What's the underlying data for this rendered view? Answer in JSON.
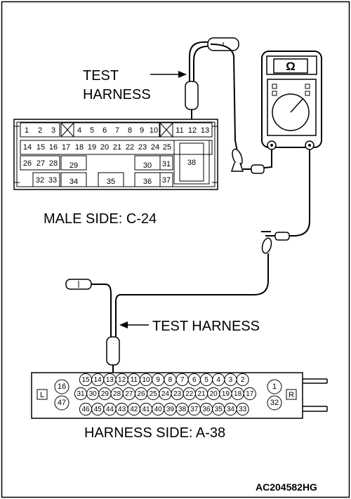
{
  "labels": {
    "test_harness_top_line1": "TEST",
    "test_harness_top_line2": "HARNESS",
    "male_side": "MALE SIDE: C-24",
    "test_harness_bottom": "TEST HARNESS",
    "harness_side": "HARNESS SIDE: A-38",
    "figure_code": "AC204582HG",
    "meter_symbol": "Ω"
  },
  "connector_c24": {
    "row1": [
      "1",
      "2",
      "3",
      "4",
      "5",
      "6",
      "7",
      "8",
      "9",
      "10",
      "11",
      "12",
      "13"
    ],
    "row2": [
      "14",
      "15",
      "16",
      "17",
      "18",
      "19",
      "20",
      "21",
      "22",
      "23",
      "24",
      "25"
    ],
    "row3": [
      "26",
      "27",
      "28",
      "29",
      "30",
      "31",
      "38"
    ],
    "row4": [
      "32",
      "33",
      "34",
      "35",
      "36",
      "37"
    ]
  },
  "connector_a38": {
    "end_left": "L",
    "end_right": "R",
    "left_pins": [
      "16",
      "47"
    ],
    "right_pins": [
      "1",
      "32"
    ],
    "row1": [
      "15",
      "14",
      "13",
      "12",
      "11",
      "10",
      "9",
      "8",
      "7",
      "6",
      "5",
      "4",
      "3",
      "2"
    ],
    "row2": [
      "31",
      "30",
      "29",
      "28",
      "27",
      "26",
      "25",
      "24",
      "23",
      "22",
      "21",
      "20",
      "19",
      "18",
      "17"
    ],
    "row3": [
      "46",
      "45",
      "44",
      "43",
      "42",
      "41",
      "40",
      "39",
      "38",
      "37",
      "36",
      "35",
      "34",
      "33"
    ]
  }
}
